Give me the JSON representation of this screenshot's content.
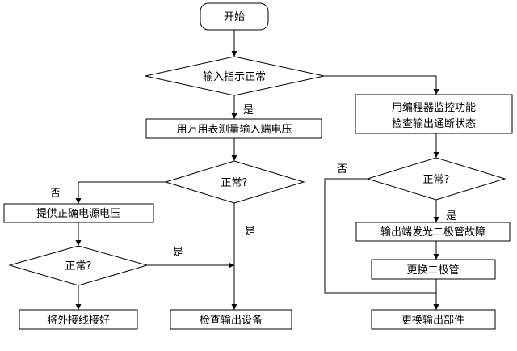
{
  "nodes": {
    "start": "开始",
    "d_indicator": "输入指示正常",
    "p_measure": "用万用表测量输入端电压",
    "d_normal1": "正常?",
    "p_supply": "提供正确电源电压",
    "d_normal2": "正常?",
    "p_rewire": "将外接线接好",
    "p_check_device": "检查输出设备",
    "p_programmer_line1": "用编程器监控功能",
    "p_programmer_line2": "检查输出通断状态",
    "d_normal3": "正常?",
    "p_led_fault": "输出端发光二极管故障",
    "p_replace_diode": "更换二极管",
    "p_replace_part": "更换输出部件"
  },
  "edge_labels": {
    "yes_to_measure": "是",
    "no_to_supply": "否",
    "yes_to_check": "是",
    "yes_merge": "是",
    "no_to_replace": "否",
    "yes_to_led": "是"
  }
}
